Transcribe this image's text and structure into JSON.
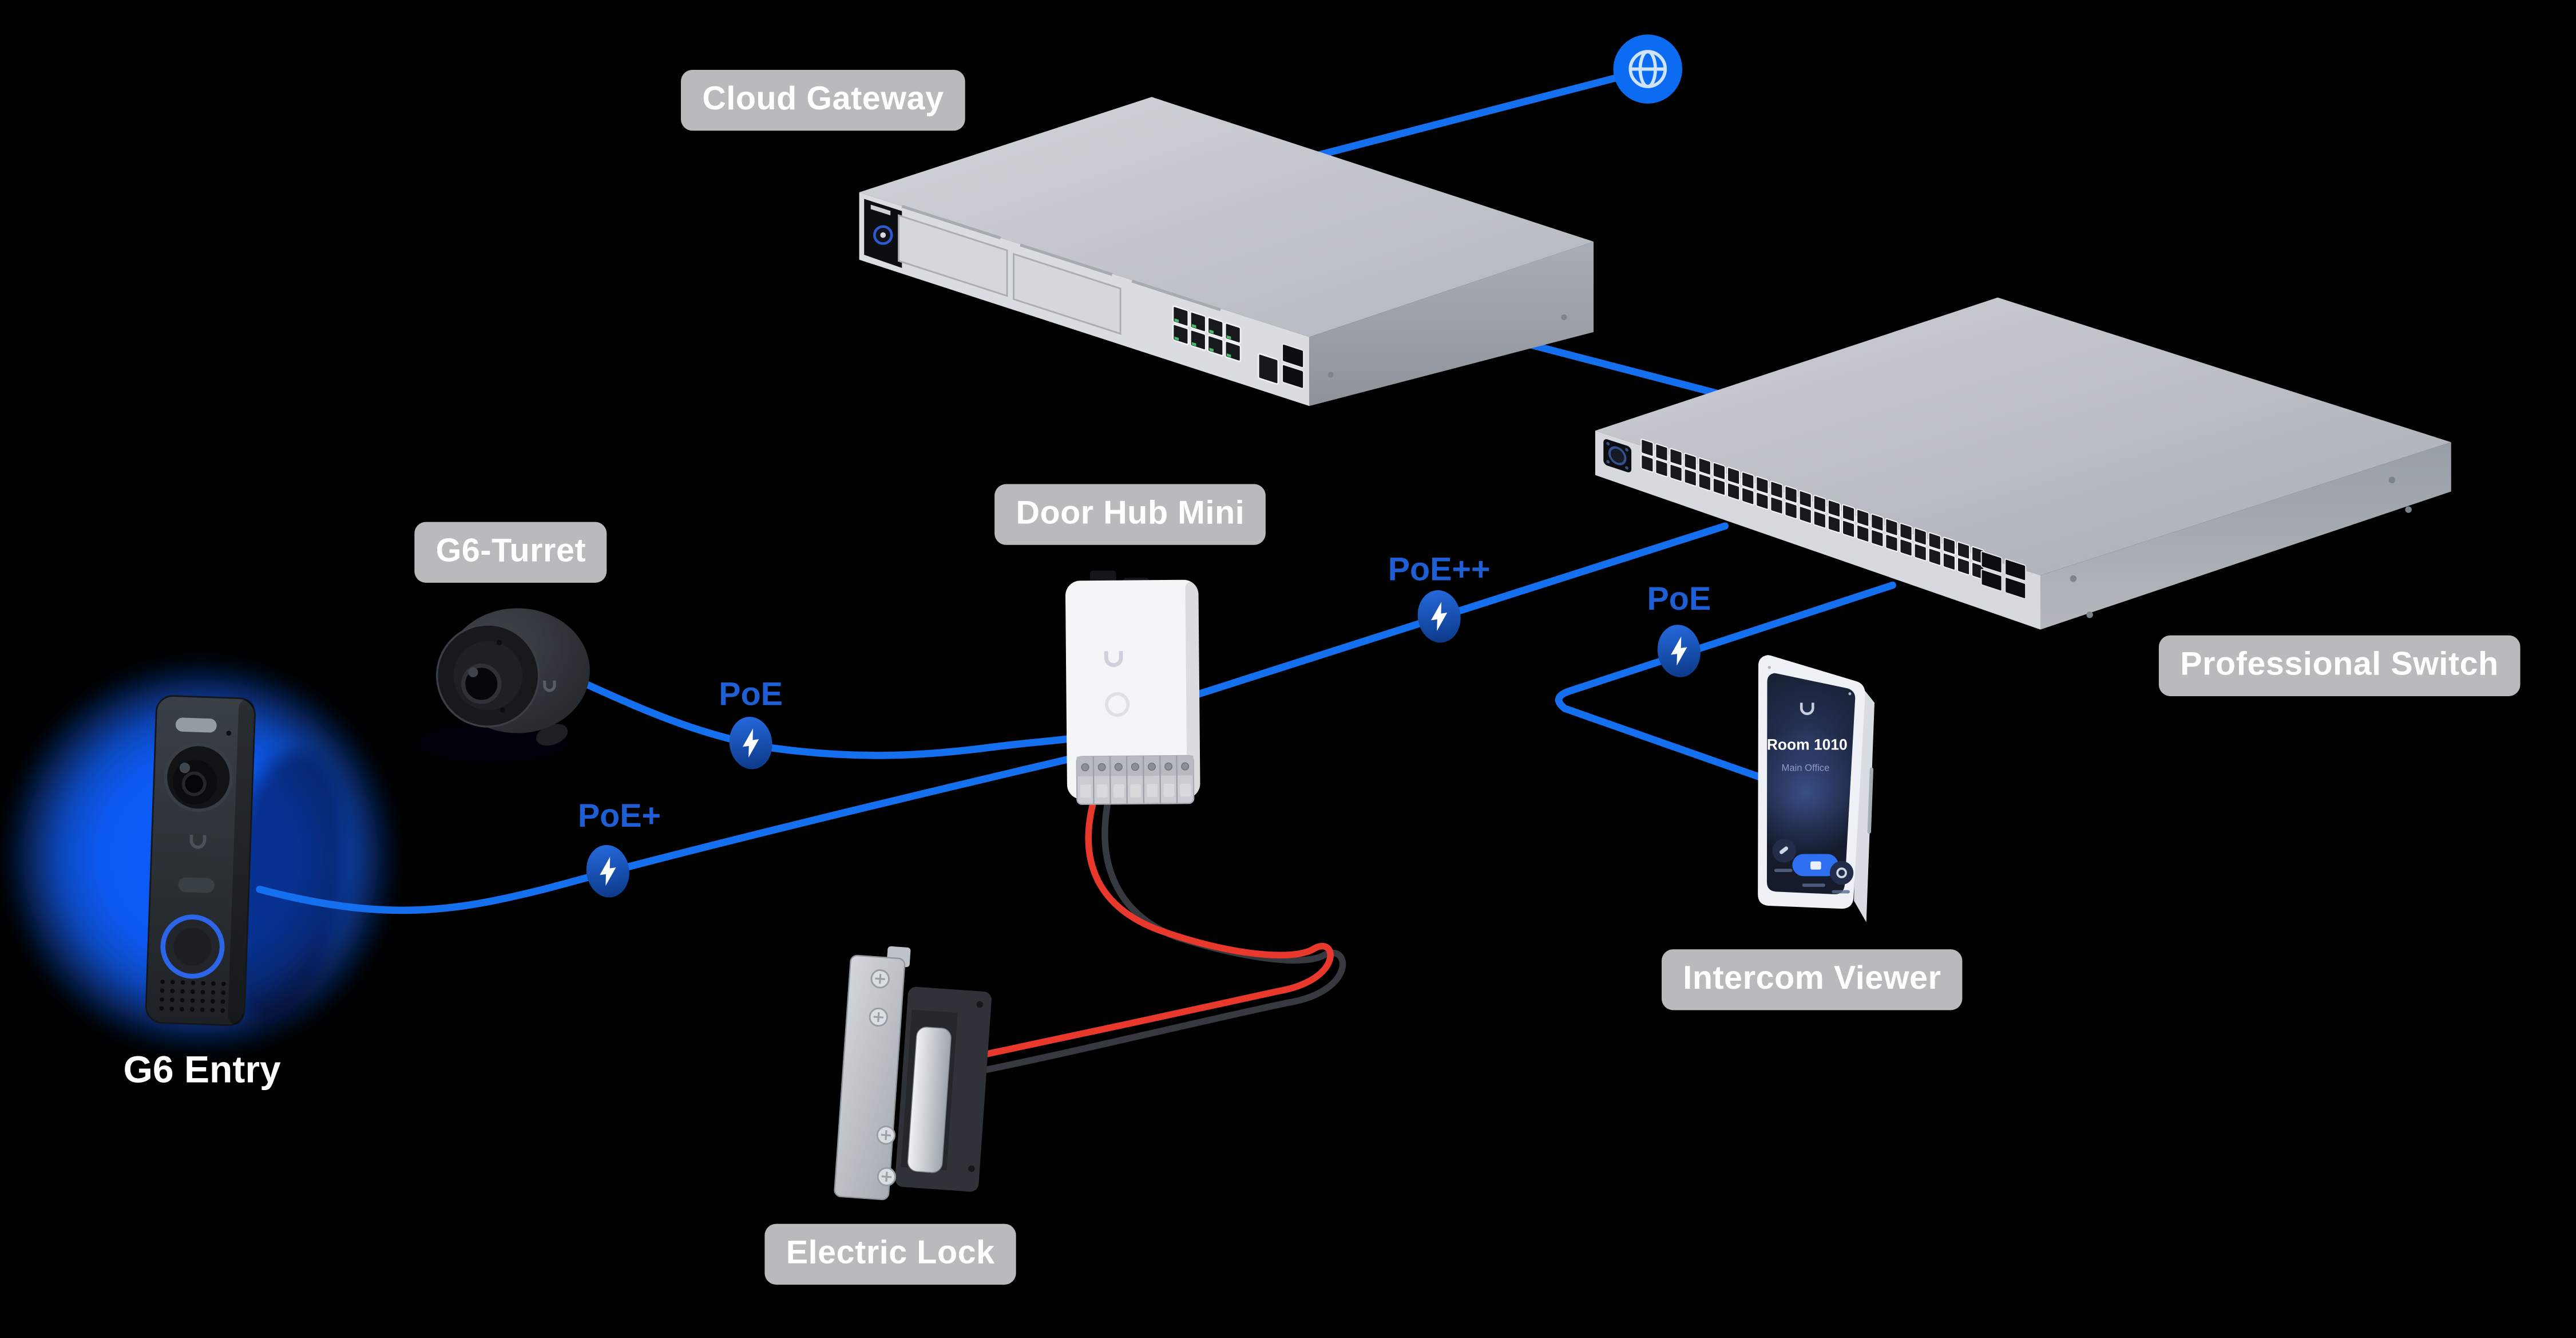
{
  "labels": {
    "cloud_gateway": "Cloud Gateway",
    "professional_switch": "Professional Switch",
    "door_hub_mini": "Door Hub Mini",
    "g6_turret": "G6-Turret",
    "g6_entry": "G6 Entry",
    "electric_lock": "Electric Lock",
    "intercom_viewer": "Intercom Viewer"
  },
  "poe": {
    "turret_link": "PoE",
    "entry_link": "PoE+",
    "hub_link": "PoE++",
    "intercom_link": "PoE"
  },
  "intercom": {
    "room": "Room 1010",
    "location": "Main Office"
  },
  "icons": {
    "internet": "globe-icon",
    "power_badge": "lightning-bolt-icon"
  },
  "colors": {
    "background": "#000000",
    "link_blue": "#1570F0",
    "poe_text_blue": "#1e5fd6",
    "poe_badge_blue": "#123f8f",
    "label_background": "#c7c8ca",
    "label_text": "#ffffff",
    "wire_red": "#e8392c",
    "wire_black": "#36393f",
    "entry_glow_blue": "#0d5eff",
    "device_gray": "#c3c6cc"
  }
}
